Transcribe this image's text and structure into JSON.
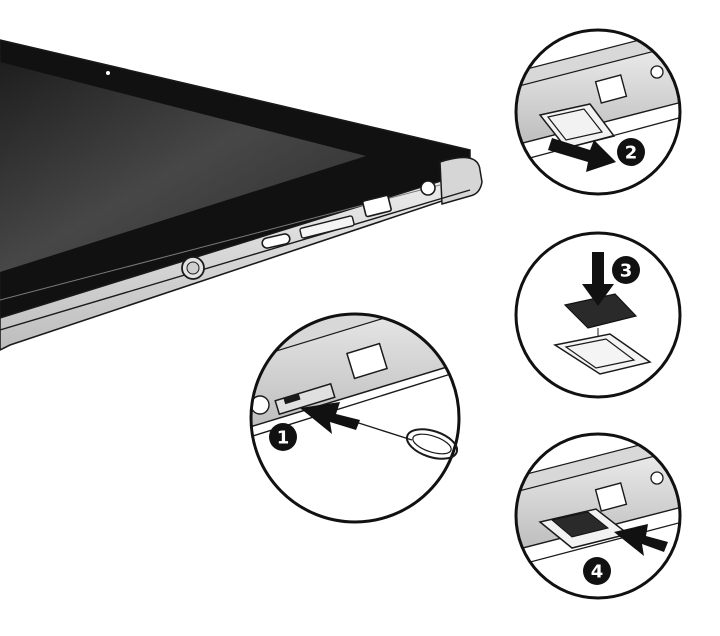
{
  "steps": [
    {
      "number": "1",
      "action": "eject-tool-insert",
      "icon": "push-arrow-icon"
    },
    {
      "number": "2",
      "action": "tray-pull-out",
      "icon": "pull-arrow-icon"
    },
    {
      "number": "3",
      "action": "card-place-in-tray",
      "icon": "down-arrow-icon"
    },
    {
      "number": "4",
      "action": "tray-push-in",
      "icon": "push-arrow-icon"
    }
  ],
  "colors": {
    "line": "#1a1a1a",
    "body_light": "#e6e6e6",
    "body_mid": "#c4c4c4",
    "screen": "#3d3d3d",
    "bezel": "#111111",
    "card": "#2a2a2a",
    "badge": "#111111"
  }
}
